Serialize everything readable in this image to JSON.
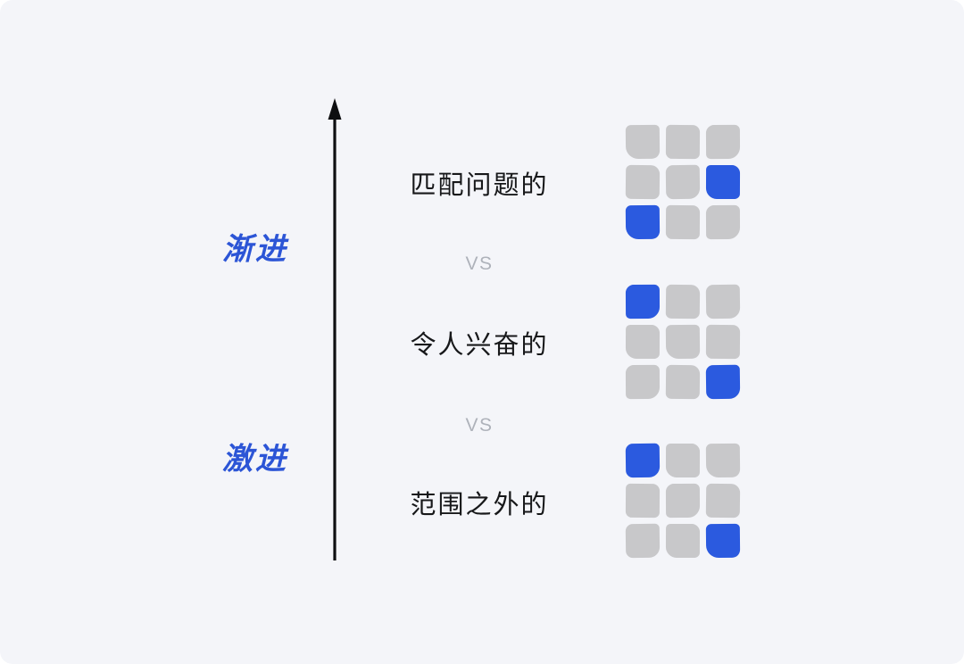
{
  "axis": {
    "label_top": "渐进",
    "label_bottom": "激进"
  },
  "comparisons": {
    "separator": "VS",
    "items": [
      {
        "label": "匹配问题的"
      },
      {
        "label": "令人兴奋的"
      },
      {
        "label": "范围之外的"
      }
    ]
  },
  "grids": [
    {
      "name": "grid-matching-problem",
      "pattern": [
        [
          0,
          0,
          0
        ],
        [
          0,
          0,
          1
        ],
        [
          1,
          0,
          0
        ]
      ]
    },
    {
      "name": "grid-exciting",
      "pattern": [
        [
          1,
          0,
          0
        ],
        [
          0,
          0,
          0
        ],
        [
          0,
          0,
          1
        ]
      ]
    },
    {
      "name": "grid-out-of-scope",
      "pattern": [
        [
          1,
          0,
          0
        ],
        [
          0,
          0,
          0
        ],
        [
          0,
          0,
          1
        ]
      ]
    }
  ],
  "colors": {
    "background": "#F4F5F9",
    "outer_background": "#FFFFFF",
    "arrow_ink": "#0E0F11",
    "square_blue": "#2B5ADF",
    "square_gray": "#C8C8CA",
    "axis_label_blue": "#2C55D6",
    "separator_gray": "#AEB2BA",
    "text_dark": "#17181A"
  }
}
